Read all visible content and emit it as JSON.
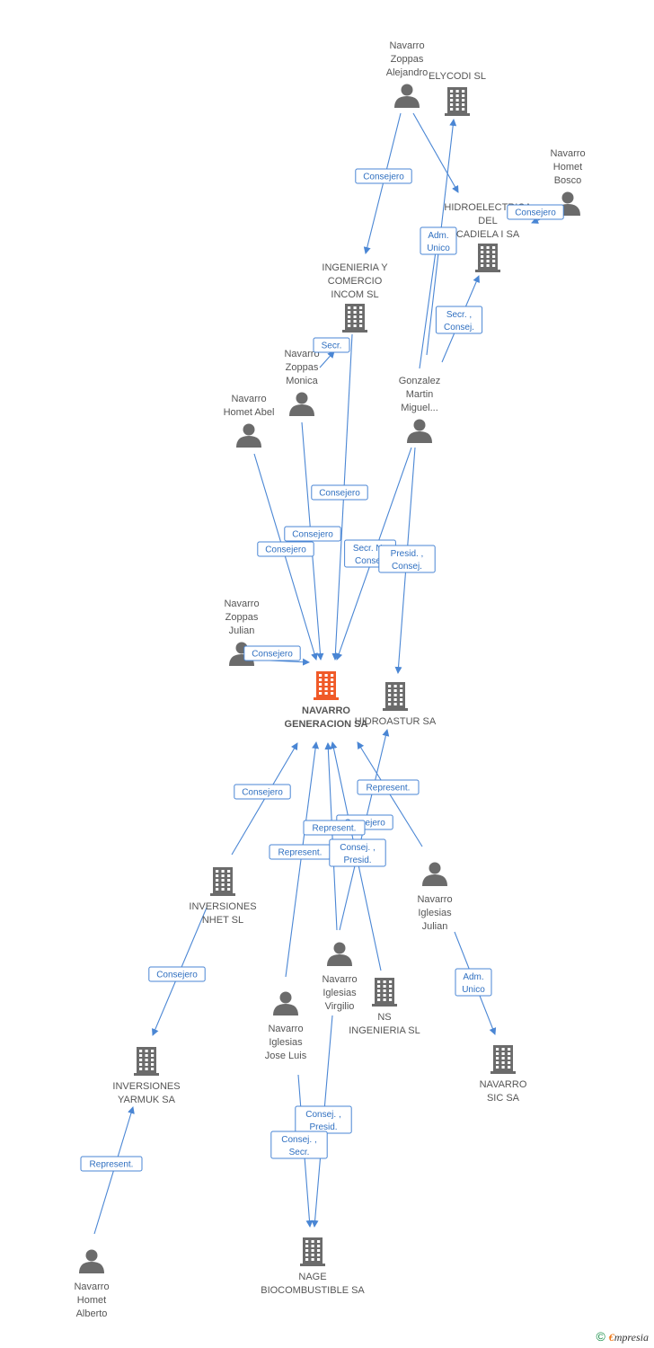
{
  "colors": {
    "edge": "#4a86d4",
    "icon": "#6b6b6b",
    "main_icon": "#f05a28",
    "label": "#555555"
  },
  "nodes": [
    {
      "id": "main",
      "type": "company",
      "main": true,
      "label": [
        "NAVARRO",
        "GENERACION SA"
      ]
    },
    {
      "id": "hidroastur",
      "type": "company",
      "label": [
        "HIDROASTUR SA"
      ]
    },
    {
      "id": "elycodi",
      "type": "company",
      "label": [
        "ELYCODI SL"
      ]
    },
    {
      "id": "hidroelectrica",
      "type": "company",
      "label": [
        "HIDROELECTRICA",
        "DEL",
        "CADIELA I SA"
      ]
    },
    {
      "id": "ingenieria_comercio",
      "type": "company",
      "label": [
        "INGENIERIA Y",
        "COMERCIO",
        "INCOM SL"
      ]
    },
    {
      "id": "inversiones_nhet",
      "type": "company",
      "label": [
        "INVERSIONES",
        "NHET SL"
      ]
    },
    {
      "id": "inversiones_yarmuk",
      "type": "company",
      "label": [
        "INVERSIONES",
        "YARMUK SA"
      ]
    },
    {
      "id": "ns_ingenieria",
      "type": "company",
      "label": [
        "NS",
        "INGENIERIA SL"
      ]
    },
    {
      "id": "navarro_sic",
      "type": "company",
      "label": [
        "NAVARRO",
        "SIC SA"
      ]
    },
    {
      "id": "nage",
      "type": "company",
      "label": [
        "NAGE",
        "BIOCOMBUSTIBLE SA"
      ]
    },
    {
      "id": "alejandro",
      "type": "person",
      "label": [
        "Navarro",
        "Zoppas",
        "Alejandro"
      ]
    },
    {
      "id": "bosco",
      "type": "person",
      "label": [
        "Navarro",
        "Homet",
        "Bosco"
      ]
    },
    {
      "id": "monica",
      "type": "person",
      "label": [
        "Navarro",
        "Zoppas",
        "Monica"
      ]
    },
    {
      "id": "abel",
      "type": "person",
      "label": [
        "Navarro",
        "Homet Abel"
      ]
    },
    {
      "id": "gonzalez",
      "type": "person",
      "label": [
        "Gonzalez",
        "Martin",
        "Miguel..."
      ]
    },
    {
      "id": "julian_z",
      "type": "person",
      "label": [
        "Navarro",
        "Zoppas",
        "Julian"
      ]
    },
    {
      "id": "julian_i",
      "type": "person",
      "label": [
        "Navarro",
        "Iglesias",
        "Julian"
      ]
    },
    {
      "id": "virgilio",
      "type": "person",
      "label": [
        "Navarro",
        "Iglesias",
        "Virgilio"
      ]
    },
    {
      "id": "jose_luis",
      "type": "person",
      "label": [
        "Navarro",
        "Iglesias",
        "Jose Luis"
      ]
    },
    {
      "id": "alberto",
      "type": "person",
      "label": [
        "Navarro",
        "Homet",
        "Alberto"
      ]
    }
  ],
  "edges": [
    {
      "from": "alejandro",
      "to": "ingenieria_comercio",
      "label": [
        "Consejero"
      ]
    },
    {
      "from": "alejandro",
      "to": "hidroelectrica",
      "label": []
    },
    {
      "from": "gonzalez",
      "to": "elycodi",
      "label": [
        "Consejero"
      ]
    },
    {
      "from": "bosco",
      "to": "hidroelectrica",
      "label": [
        "Consejero"
      ]
    },
    {
      "from": "gonzalez",
      "to": "hidroelectrica",
      "label": [
        "Secr. ,",
        "Consej."
      ]
    },
    {
      "from": "gonzalez",
      "to": "hidroelectrica",
      "label": [
        "Adm.",
        "Unico"
      ]
    },
    {
      "from": "ingenieria_comercio",
      "to": "main",
      "label": [
        "Consejero"
      ]
    },
    {
      "from": "monica",
      "to": "main",
      "label": [
        "Consejero"
      ]
    },
    {
      "from": "abel",
      "to": "main",
      "label": [
        "Consejero"
      ]
    },
    {
      "from": "gonzalez",
      "to": "main",
      "label": [
        "Secr. No",
        "Consej."
      ]
    },
    {
      "from": "gonzalez",
      "to": "hidroastur",
      "label": [
        "Presid. ,",
        "Consej."
      ]
    },
    {
      "from": "julian_z",
      "to": "main",
      "label": [
        "Consejero"
      ]
    },
    {
      "from": "monica",
      "to": "ingenieria_comercio",
      "label": [
        "Secr."
      ]
    },
    {
      "from": "inversiones_nhet",
      "to": "main",
      "label": [
        "Consejero"
      ]
    },
    {
      "from": "julian_i",
      "to": "main",
      "label": [
        "Represent."
      ]
    },
    {
      "from": "virgilio",
      "to": "hidroastur",
      "label": [
        "Consejero"
      ]
    },
    {
      "from": "virgilio",
      "to": "main",
      "label": [
        "Represent."
      ]
    },
    {
      "from": "ns_ingenieria",
      "to": "main",
      "label": [
        "Consej. ,",
        "Presid."
      ]
    },
    {
      "from": "jose_luis",
      "to": "main",
      "label": [
        "Represent."
      ]
    },
    {
      "from": "inversiones_nhet",
      "to": "inversiones_yarmuk",
      "label": [
        "Consejero"
      ]
    },
    {
      "from": "julian_i",
      "to": "navarro_sic",
      "label": [
        "Adm.",
        "Unico"
      ]
    },
    {
      "from": "alberto",
      "to": "inversiones_yarmuk",
      "label": [
        "Represent."
      ]
    },
    {
      "from": "virgilio",
      "to": "nage",
      "label": [
        "Consej. ,",
        "Presid."
      ]
    },
    {
      "from": "jose_luis",
      "to": "nage",
      "label": [
        "Consej. ,",
        "Secr."
      ]
    }
  ],
  "footer": {
    "copyright": "©",
    "brand_first": "€",
    "brand_rest": "mpresia"
  }
}
